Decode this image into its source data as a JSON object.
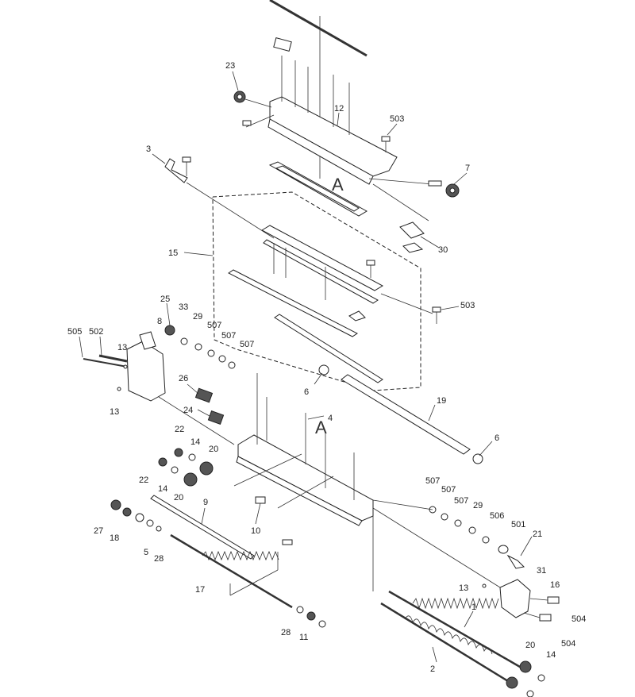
{
  "reference_marks": [
    "A",
    "A"
  ],
  "callouts": [
    "23",
    "12",
    "503",
    "3",
    "7",
    "30",
    "15",
    "503",
    "25",
    "33",
    "29",
    "8",
    "507",
    "507",
    "507",
    "505",
    "502",
    "13",
    "13",
    "26",
    "6",
    "19",
    "24",
    "4",
    "22",
    "14",
    "20",
    "22",
    "14",
    "20",
    "6",
    "9",
    "10",
    "27",
    "18",
    "5",
    "28",
    "507",
    "507",
    "507",
    "29",
    "506",
    "501",
    "21",
    "17",
    "31",
    "13",
    "16",
    "1",
    "504",
    "504",
    "28",
    "11",
    "20",
    "14",
    "2"
  ]
}
